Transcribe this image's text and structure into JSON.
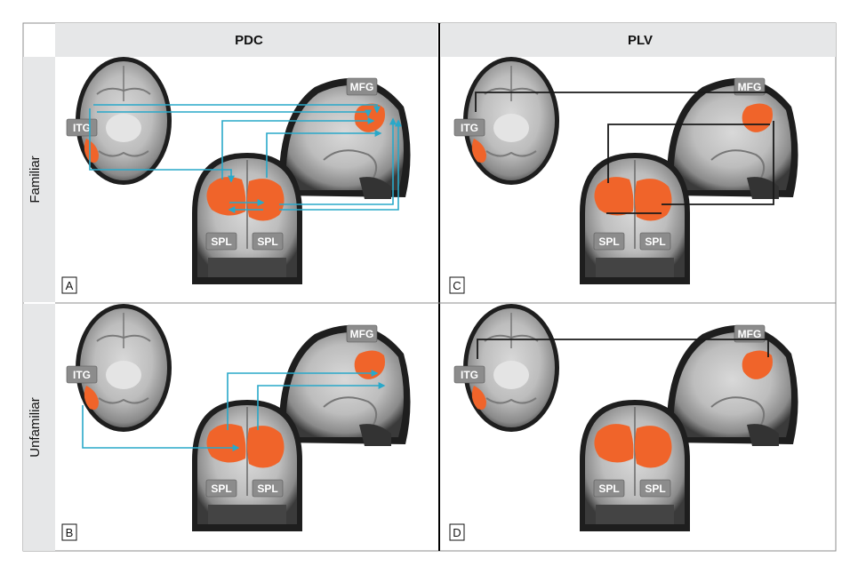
{
  "columns": [
    "PDC",
    "PLV"
  ],
  "rows": [
    "Familiar",
    "Unfamiliar"
  ],
  "region_labels": {
    "itg": "ITG",
    "mfg": "MFG",
    "spl": "SPL"
  },
  "panels": [
    {
      "letter": "A",
      "method": "PDC",
      "condition": "Familiar"
    },
    {
      "letter": "C",
      "method": "PLV",
      "condition": "Familiar"
    },
    {
      "letter": "B",
      "method": "PDC",
      "condition": "Unfamiliar"
    },
    {
      "letter": "D",
      "method": "PLV",
      "condition": "Unfamiliar"
    }
  ],
  "colors": {
    "header_bg": "#e6e7e8",
    "activation": "#f0642a",
    "pdc_connection": "#29a8c9",
    "plv_connection": "#1a1a1a",
    "label_bg": "#8c8c8c",
    "label_text": "#ffffff",
    "divider": "#000000"
  }
}
